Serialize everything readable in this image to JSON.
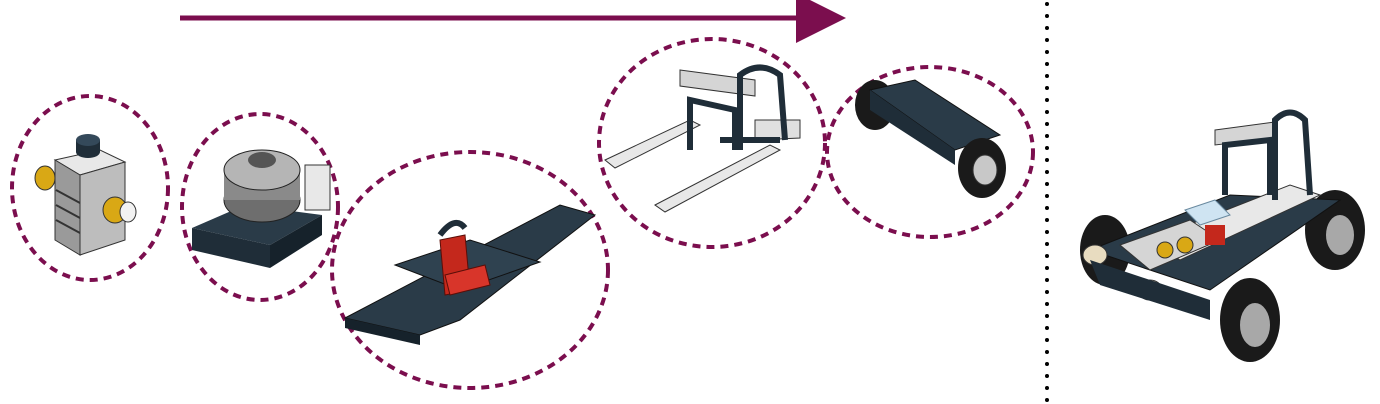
{
  "diagram": {
    "type": "build-sequence",
    "steps": [
      {
        "id": "step-1",
        "part": "engine-block"
      },
      {
        "id": "step-2",
        "part": "engine-on-base"
      },
      {
        "id": "step-3",
        "part": "chassis-plate-with-seat"
      },
      {
        "id": "step-4",
        "part": "roll-cage-frame"
      },
      {
        "id": "step-5",
        "part": "wheel-axle"
      }
    ],
    "result": "assembled-buggy",
    "colors": {
      "accent": "#7b0e4e",
      "dark_brick": "#1f2d38",
      "light_brick": "#e8e8e8",
      "grey_brick": "#9a9a9a",
      "red_brick": "#c4281c",
      "yellow_brick": "#d9a815",
      "trans_clear": "#cfe4f2"
    }
  }
}
